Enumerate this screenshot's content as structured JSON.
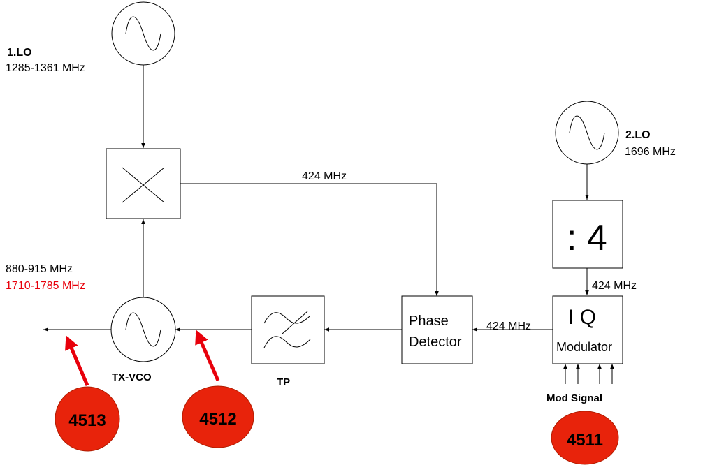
{
  "lo1": {
    "title": "1.LO",
    "freq": "1285-1361 MHz"
  },
  "lo2": {
    "title": "2.LO",
    "freq": "1696 MHz"
  },
  "divider": {
    "label": ": 4"
  },
  "mixer_output": {
    "freq": "424 MHz"
  },
  "divider_output": {
    "freq": "424 MHz"
  },
  "iq_output": {
    "freq": "424 MHz"
  },
  "phase_detector": {
    "line1": "Phase",
    "line2": "Detector"
  },
  "iq_modulator": {
    "title": "I Q",
    "subtitle": "Modulator"
  },
  "mod_signal": {
    "label": "Mod Signal"
  },
  "tx_vco": {
    "label": "TX-VCO",
    "band1": "880-915 MHz",
    "band2": "1710-1785 MHz"
  },
  "lowpass": {
    "label": "TP"
  },
  "badges": [
    {
      "label": "4513"
    },
    {
      "label": "4512"
    },
    {
      "label": "4511"
    }
  ],
  "colors": {
    "highlight": "#e8000b",
    "badge_fill": "#e8230b",
    "badge_stroke": "#b01c00"
  }
}
